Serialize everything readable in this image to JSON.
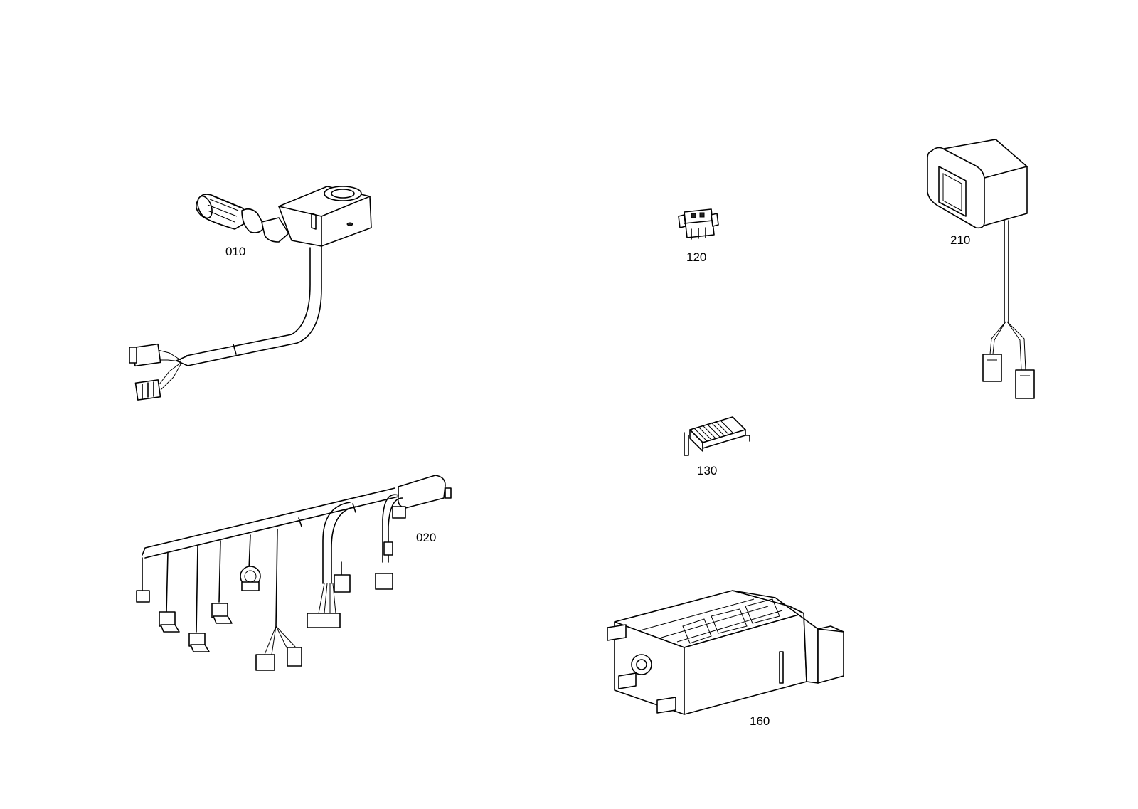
{
  "parts": [
    {
      "id": "010",
      "label": "010",
      "description_icon": "joystick-with-cable-icon"
    },
    {
      "id": "020",
      "label": "020",
      "description_icon": "wiring-harness-icon"
    },
    {
      "id": "120",
      "label": "120",
      "description_icon": "small-connector-icon"
    },
    {
      "id": "130",
      "label": "130",
      "description_icon": "connector-strip-icon"
    },
    {
      "id": "160",
      "label": "160",
      "description_icon": "control-unit-icon"
    },
    {
      "id": "210",
      "label": "210",
      "description_icon": "sensor-box-with-cable-icon"
    }
  ]
}
